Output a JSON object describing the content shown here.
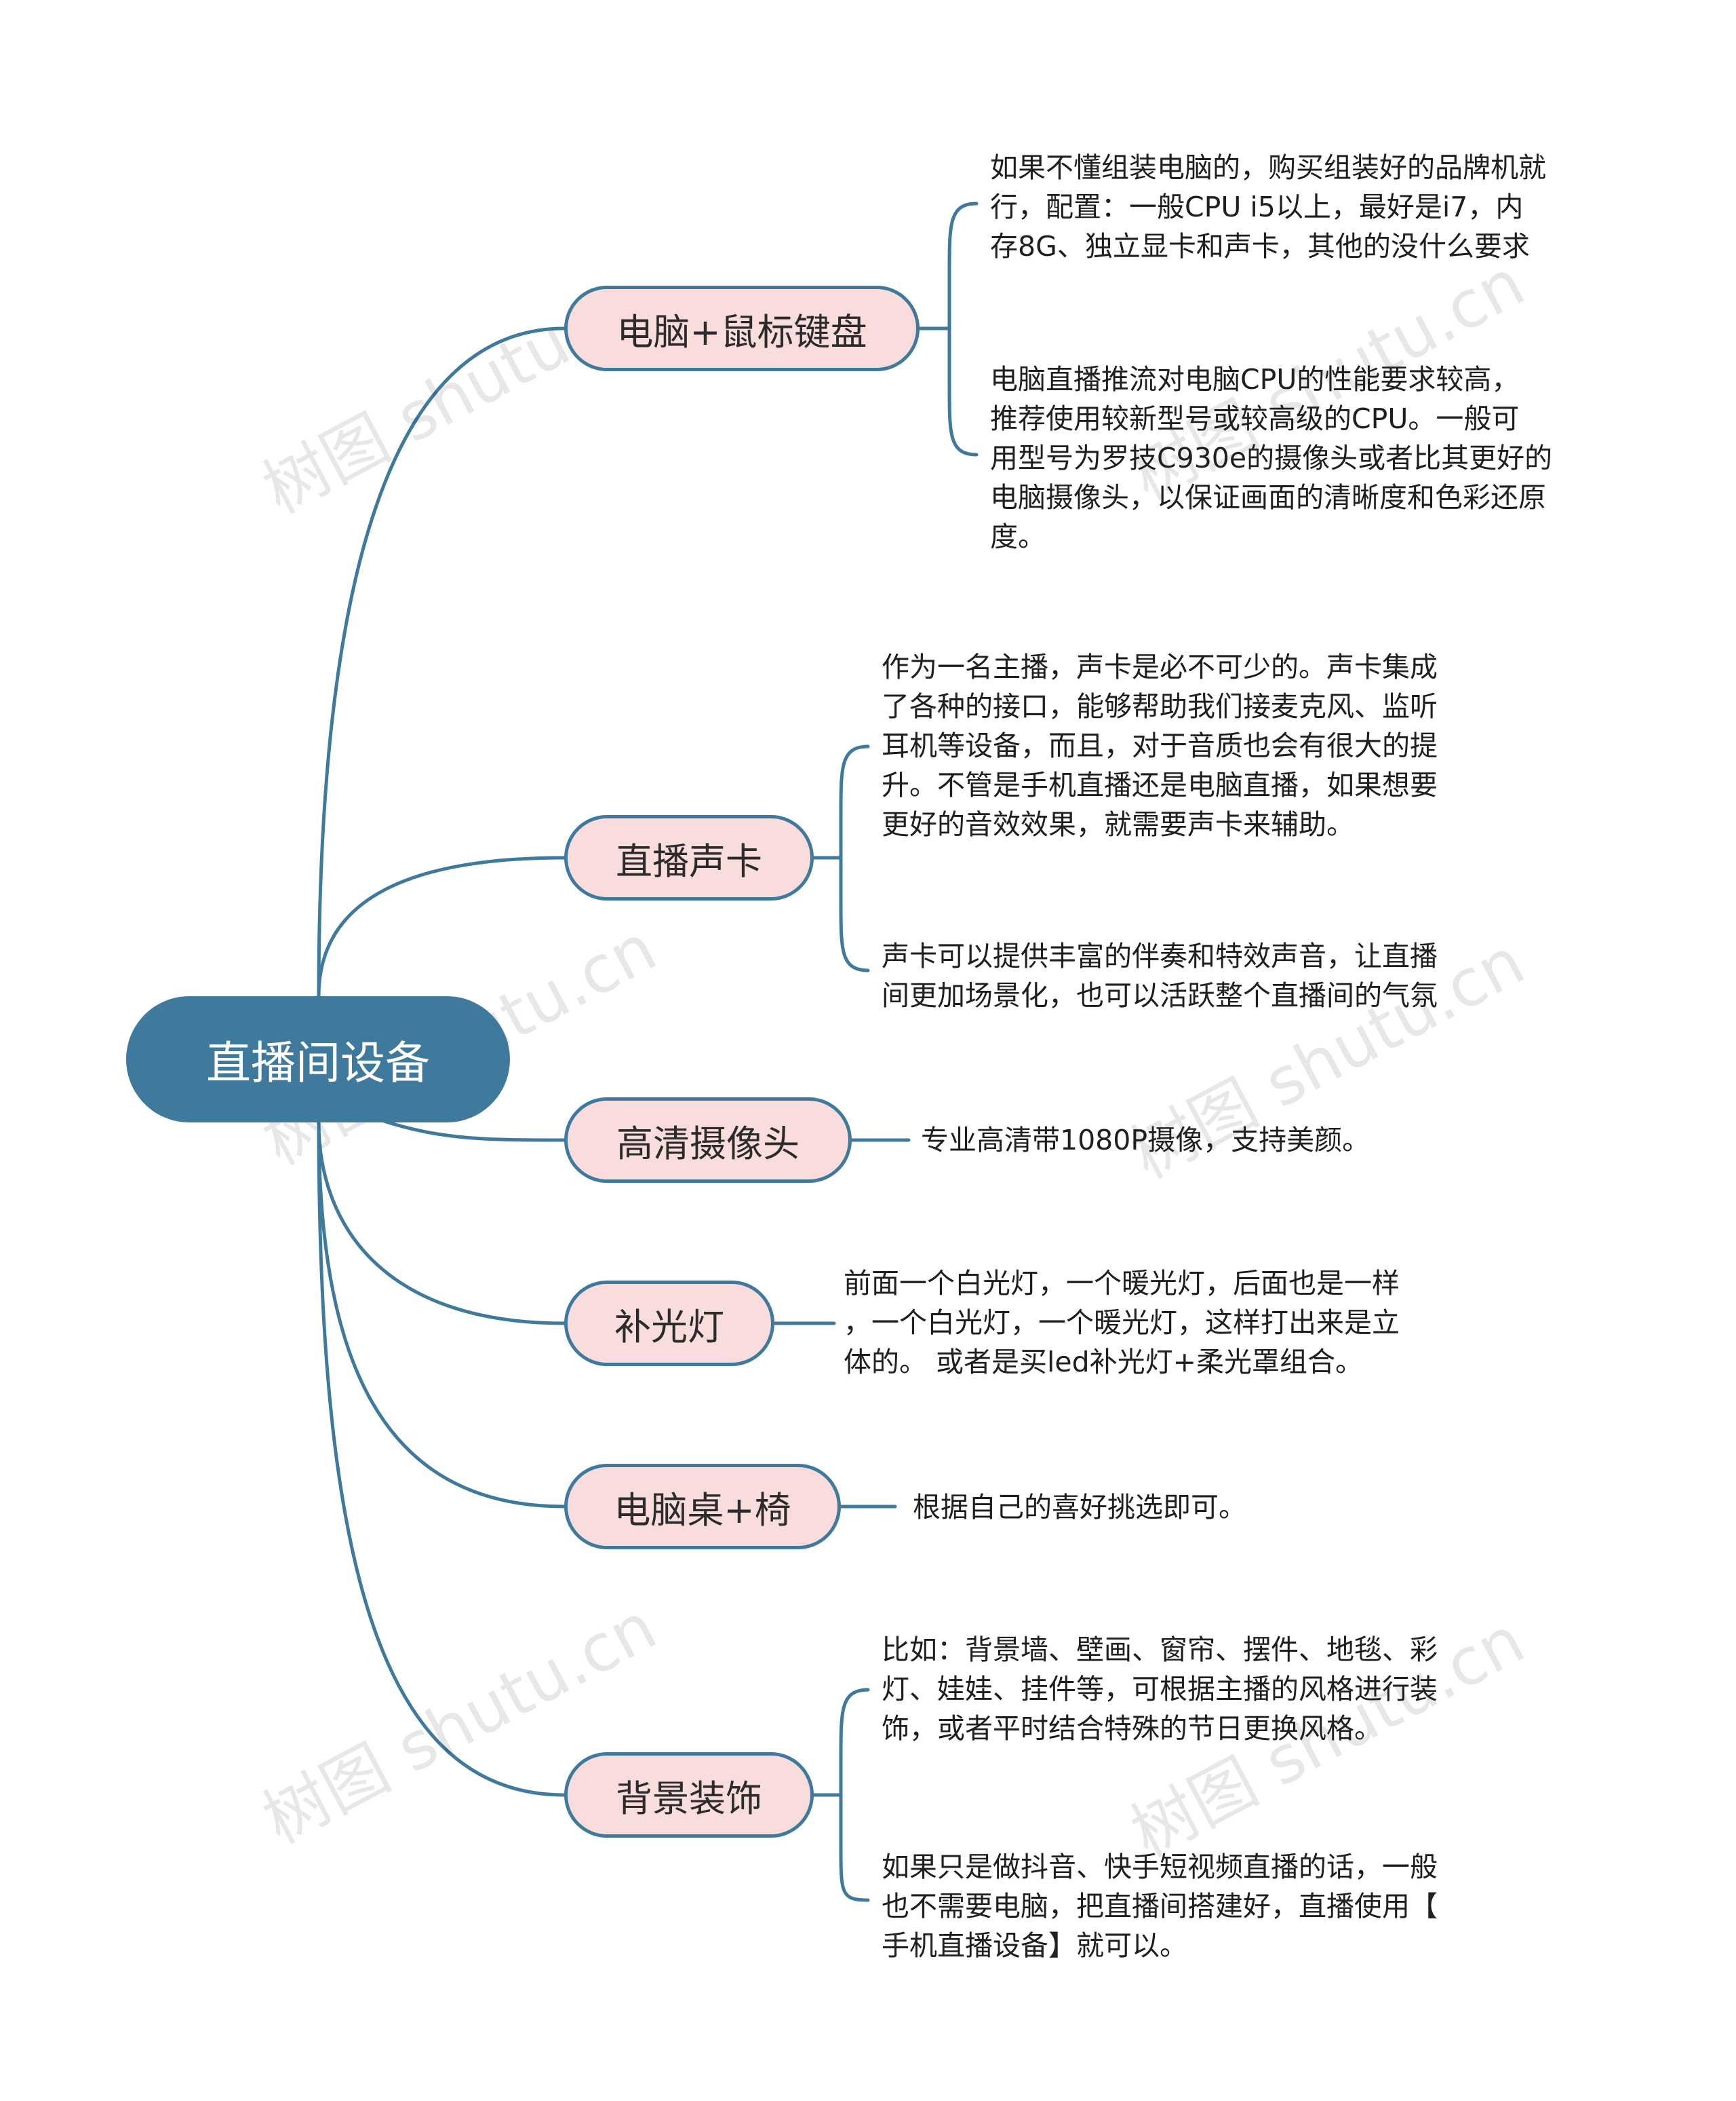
{
  "root": {
    "label": "直播间设备"
  },
  "topics": [
    {
      "label": "电脑+鼠标键盘"
    },
    {
      "label": "直播声卡"
    },
    {
      "label": "高清摄像头"
    },
    {
      "label": "补光灯"
    },
    {
      "label": "电脑桌+椅"
    },
    {
      "label": "背景装饰"
    }
  ],
  "notes": [
    {
      "text": "如果不懂组装电脑的，购买组装好的品牌机就\n行，配置：一般CPU i5以上，最好是i7，内\n存8G、独立显卡和声卡，其他的没什么要求"
    },
    {
      "text": "电脑直播推流对电脑CPU的性能要求较高，\n推荐使用较新型号或较高级的CPU。一般可\n用型号为罗技C930e的摄像头或者比其更好的\n电脑摄像头，以保证画面的清晰度和色彩还原\n度。"
    },
    {
      "text": "作为一名主播，声卡是必不可少的。声卡集成\n了各种的接口，能够帮助我们接麦克风、监听\n耳机等设备，而且，对于音质也会有很大的提\n升。不管是手机直播还是电脑直播，如果想要\n更好的音效效果，就需要声卡来辅助。"
    },
    {
      "text": "声卡可以提供丰富的伴奏和特效声音，让直播\n间更加场景化，也可以活跃整个直播间的气氛"
    },
    {
      "text": "专业高清带1080P摄像，支持美颜。"
    },
    {
      "text": "前面一个白光灯，一个暖光灯，后面也是一样\n，一个白光灯，一个暖光灯，这样打出来是立\n体的。 或者是买led补光灯+柔光罩组合。"
    },
    {
      "text": "根据自己的喜好挑选即可。"
    },
    {
      "text": "比如：背景墙、壁画、窗帘、摆件、地毯、彩\n灯、娃娃、挂件等，可根据主播的风格进行装\n饰，或者平时结合特殊的节日更换风格。"
    },
    {
      "text": "如果只是做抖音、快手短视频直播的话，一般\n也不需要电脑，把直播间搭建好，直播使用【\n手机直播设备】就可以。"
    }
  ],
  "watermark": "树图 shutu.cn",
  "colors": {
    "line": "#3f7a9d",
    "root_fill": "#3f7a9d",
    "topic_fill": "#f9dcdc",
    "topic_border": "#3f7a9d"
  }
}
